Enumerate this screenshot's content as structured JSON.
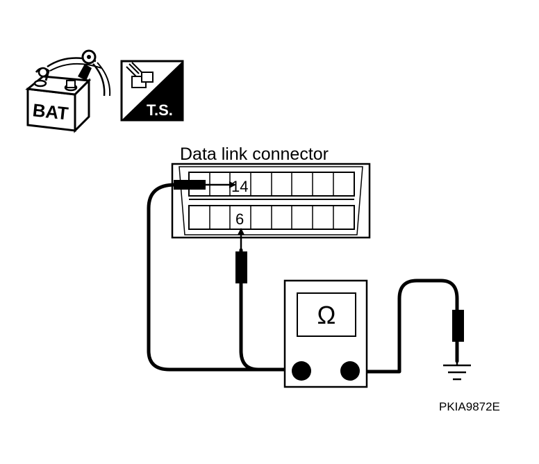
{
  "icons": {
    "battery_label": "BAT",
    "test_label": "T.S."
  },
  "connector": {
    "title": "Data link connector",
    "pin_top": "14",
    "pin_bottom": "6"
  },
  "meter": {
    "symbol": "Ω"
  },
  "figure_code": "PKIA9872E"
}
